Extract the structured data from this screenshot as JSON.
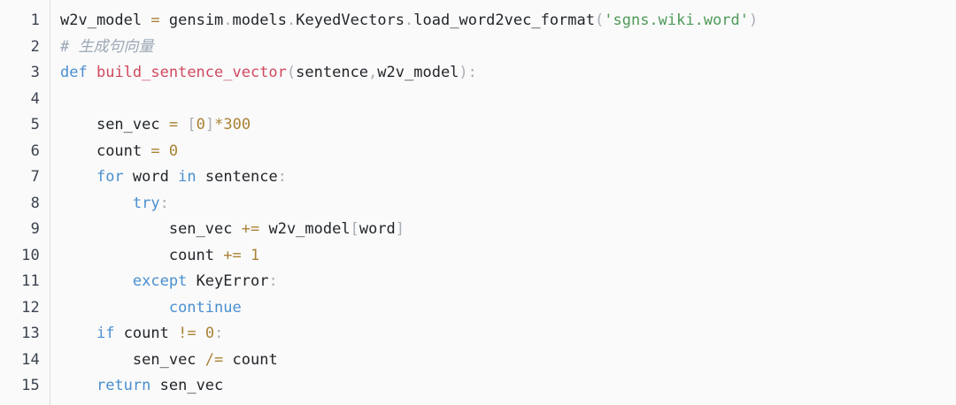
{
  "editor": {
    "language": "python",
    "background_color": "#fafafa",
    "gutter_divider_color": "#d9dce1",
    "line_number_color": "#3b4350",
    "palette": {
      "keyword": "#4a8fd0",
      "function": "#d1495f",
      "string": "#4e9a58",
      "number": "#a98236",
      "operator": "#a98236",
      "punctuation": "#a9aeb6",
      "identifier": "#22262b",
      "comment": "#9aa7b5"
    },
    "line_numbers": [
      "1",
      "2",
      "3",
      "4",
      "5",
      "6",
      "7",
      "8",
      "9",
      "10",
      "11",
      "12",
      "13",
      "14",
      "15"
    ],
    "lines": [
      {
        "number": "1",
        "text": "w2v_model = gensim.models.KeyedVectors.load_word2vec_format('sgns.wiki.word')",
        "tokens": [
          {
            "t": "w2v_model",
            "c": "id"
          },
          {
            "t": " ",
            "c": "id"
          },
          {
            "t": "=",
            "c": "op"
          },
          {
            "t": " ",
            "c": "id"
          },
          {
            "t": "gensim",
            "c": "id"
          },
          {
            "t": ".",
            "c": "punc"
          },
          {
            "t": "models",
            "c": "id"
          },
          {
            "t": ".",
            "c": "punc"
          },
          {
            "t": "KeyedVectors",
            "c": "id"
          },
          {
            "t": ".",
            "c": "punc"
          },
          {
            "t": "load_word2vec_format",
            "c": "id"
          },
          {
            "t": "(",
            "c": "punc"
          },
          {
            "t": "'sgns.wiki.word'",
            "c": "str"
          },
          {
            "t": ")",
            "c": "punc"
          }
        ]
      },
      {
        "number": "2",
        "text": "# 生成句向量",
        "tokens": [
          {
            "t": "# 生成句向量",
            "c": "com"
          }
        ]
      },
      {
        "number": "3",
        "text": "def build_sentence_vector(sentence,w2v_model):",
        "tokens": [
          {
            "t": "def",
            "c": "kw"
          },
          {
            "t": " ",
            "c": "id"
          },
          {
            "t": "build_sentence_vector",
            "c": "fn"
          },
          {
            "t": "(",
            "c": "punc"
          },
          {
            "t": "sentence",
            "c": "id"
          },
          {
            "t": ",",
            "c": "punc"
          },
          {
            "t": "w2v_model",
            "c": "id"
          },
          {
            "t": ")",
            "c": "punc"
          },
          {
            "t": ":",
            "c": "punc"
          }
        ]
      },
      {
        "number": "4",
        "text": "",
        "tokens": []
      },
      {
        "number": "5",
        "text": "    sen_vec = [0]*300",
        "tokens": [
          {
            "t": "    ",
            "c": "id"
          },
          {
            "t": "sen_vec",
            "c": "id"
          },
          {
            "t": " ",
            "c": "id"
          },
          {
            "t": "=",
            "c": "op"
          },
          {
            "t": " ",
            "c": "id"
          },
          {
            "t": "[",
            "c": "punc"
          },
          {
            "t": "0",
            "c": "num"
          },
          {
            "t": "]",
            "c": "punc"
          },
          {
            "t": "*",
            "c": "op"
          },
          {
            "t": "300",
            "c": "num"
          }
        ]
      },
      {
        "number": "6",
        "text": "    count = 0",
        "tokens": [
          {
            "t": "    ",
            "c": "id"
          },
          {
            "t": "count",
            "c": "id"
          },
          {
            "t": " ",
            "c": "id"
          },
          {
            "t": "=",
            "c": "op"
          },
          {
            "t": " ",
            "c": "id"
          },
          {
            "t": "0",
            "c": "num"
          }
        ]
      },
      {
        "number": "7",
        "text": "    for word in sentence:",
        "tokens": [
          {
            "t": "    ",
            "c": "id"
          },
          {
            "t": "for",
            "c": "kw"
          },
          {
            "t": " ",
            "c": "id"
          },
          {
            "t": "word",
            "c": "id"
          },
          {
            "t": " ",
            "c": "id"
          },
          {
            "t": "in",
            "c": "kw"
          },
          {
            "t": " ",
            "c": "id"
          },
          {
            "t": "sentence",
            "c": "id"
          },
          {
            "t": ":",
            "c": "punc"
          }
        ]
      },
      {
        "number": "8",
        "text": "        try:",
        "tokens": [
          {
            "t": "        ",
            "c": "id"
          },
          {
            "t": "try",
            "c": "kw"
          },
          {
            "t": ":",
            "c": "punc"
          }
        ]
      },
      {
        "number": "9",
        "text": "            sen_vec += w2v_model[word]",
        "tokens": [
          {
            "t": "            ",
            "c": "id"
          },
          {
            "t": "sen_vec",
            "c": "id"
          },
          {
            "t": " ",
            "c": "id"
          },
          {
            "t": "+=",
            "c": "op"
          },
          {
            "t": " ",
            "c": "id"
          },
          {
            "t": "w2v_model",
            "c": "id"
          },
          {
            "t": "[",
            "c": "punc"
          },
          {
            "t": "word",
            "c": "id"
          },
          {
            "t": "]",
            "c": "punc"
          }
        ]
      },
      {
        "number": "10",
        "text": "            count += 1",
        "tokens": [
          {
            "t": "            ",
            "c": "id"
          },
          {
            "t": "count",
            "c": "id"
          },
          {
            "t": " ",
            "c": "id"
          },
          {
            "t": "+=",
            "c": "op"
          },
          {
            "t": " ",
            "c": "id"
          },
          {
            "t": "1",
            "c": "num"
          }
        ]
      },
      {
        "number": "11",
        "text": "        except KeyError:",
        "tokens": [
          {
            "t": "        ",
            "c": "id"
          },
          {
            "t": "except",
            "c": "kw"
          },
          {
            "t": " ",
            "c": "id"
          },
          {
            "t": "KeyError",
            "c": "id"
          },
          {
            "t": ":",
            "c": "punc"
          }
        ]
      },
      {
        "number": "12",
        "text": "            continue",
        "tokens": [
          {
            "t": "            ",
            "c": "id"
          },
          {
            "t": "continue",
            "c": "kw"
          }
        ]
      },
      {
        "number": "13",
        "text": "    if count != 0:",
        "tokens": [
          {
            "t": "    ",
            "c": "id"
          },
          {
            "t": "if",
            "c": "kw"
          },
          {
            "t": " ",
            "c": "id"
          },
          {
            "t": "count",
            "c": "id"
          },
          {
            "t": " ",
            "c": "id"
          },
          {
            "t": "!=",
            "c": "op"
          },
          {
            "t": " ",
            "c": "id"
          },
          {
            "t": "0",
            "c": "num"
          },
          {
            "t": ":",
            "c": "punc"
          }
        ]
      },
      {
        "number": "14",
        "text": "        sen_vec /= count",
        "tokens": [
          {
            "t": "        ",
            "c": "id"
          },
          {
            "t": "sen_vec",
            "c": "id"
          },
          {
            "t": " ",
            "c": "id"
          },
          {
            "t": "/=",
            "c": "op"
          },
          {
            "t": " ",
            "c": "id"
          },
          {
            "t": "count",
            "c": "id"
          }
        ]
      },
      {
        "number": "15",
        "text": "    return sen_vec",
        "tokens": [
          {
            "t": "    ",
            "c": "id"
          },
          {
            "t": "return",
            "c": "kw"
          },
          {
            "t": " ",
            "c": "id"
          },
          {
            "t": "sen_vec",
            "c": "id"
          }
        ]
      }
    ]
  }
}
